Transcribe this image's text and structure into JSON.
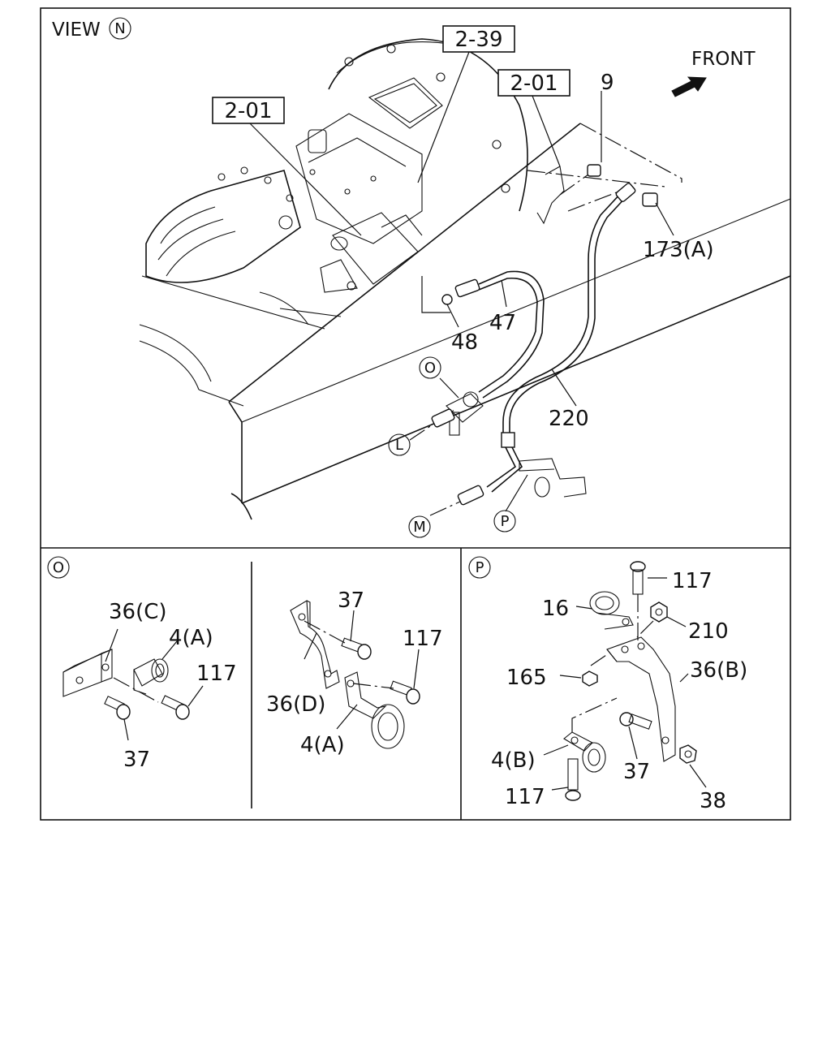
{
  "view_title": "VIEW",
  "view_letter": "N",
  "direction_label": "FRONT",
  "ref_boxes": [
    "2-39",
    "2-01",
    "2-01"
  ],
  "main_callouts": {
    "p9": "9",
    "p173a": "173(A)",
    "p47": "47",
    "p48": "48",
    "p220": "220"
  },
  "circle_markers": {
    "o": "O",
    "l": "L",
    "m": "M",
    "p": "P"
  },
  "panel_o": {
    "marker": "O",
    "left": {
      "bracket": "36(C)",
      "clamp": "4(A)",
      "bolt_a": "117",
      "bolt_b": "37"
    },
    "right": {
      "bolt_a": "37",
      "bolt_b": "117",
      "bracket": "36(D)",
      "clamp": "4(A)"
    }
  },
  "panel_p": {
    "marker": "P",
    "bolt_top": "117",
    "clamp_top": "16",
    "nut_top": "210",
    "washer": "165",
    "bracket": "36(B)",
    "clamp_bottom": "4(B)",
    "bolt_mid": "37",
    "nut_bottom": "38",
    "bolt_bottom": "117"
  }
}
